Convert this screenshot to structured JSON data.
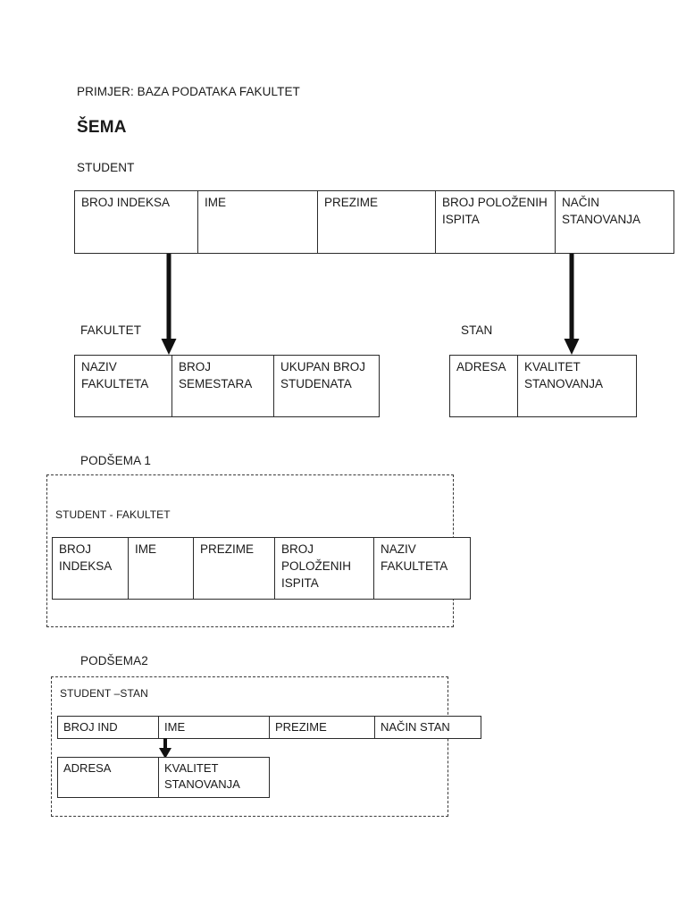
{
  "document": {
    "header_line": "PRIMJER: BAZA PODATAKA FAKULTET",
    "title": "ŠEMA"
  },
  "schema": {
    "student": {
      "label": "STUDENT",
      "columns": [
        "BROJ INDEKSA",
        "IME",
        "PREZIME",
        "BROJ POLOŽENIH ISPITA",
        "NAČIN STANOVANJA"
      ]
    },
    "fakultet": {
      "label": "FAKULTET",
      "columns": [
        "NAZIV FAKULTETA",
        "BROJ SEMESTARA",
        "UKUPAN BROJ STUDENATA"
      ]
    },
    "stan": {
      "label": "STAN",
      "columns": [
        "ADRESA",
        "KVALITET STANOVANJA"
      ]
    }
  },
  "subschema1": {
    "label": "PODŠEMA 1",
    "relation_label": "STUDENT - FAKULTET",
    "columns": [
      "BROJ INDEKSA",
      "IME",
      "PREZIME",
      "BROJ POLOŽENIH ISPITA",
      "NAZIV FAKULTETA"
    ]
  },
  "subschema2": {
    "label": "PODŠEMA2",
    "relation_label": "STUDENT –STAN",
    "row1_columns": [
      "BROJ IND",
      "IME",
      "PREZIME",
      "NAČIN STAN"
    ],
    "row2_columns": [
      "ADRESA",
      "KVALITET STANOVANJA"
    ]
  },
  "colors": {
    "ink": "#1a1a1a",
    "rule": "#2b2b2b",
    "dashed": "#3a3a3a",
    "paper": "#ffffff"
  }
}
